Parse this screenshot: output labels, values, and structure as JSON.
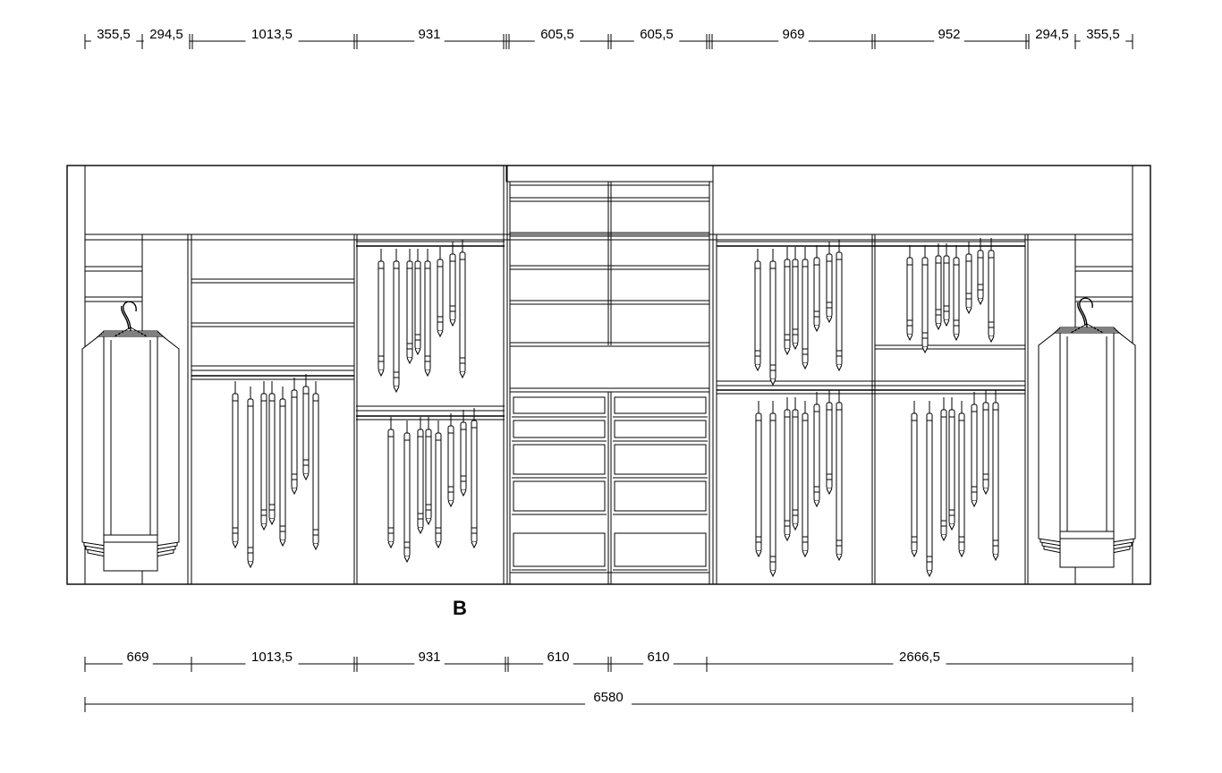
{
  "top_dimensions": [
    "355,5",
    "294,5",
    "1013,5",
    "931",
    "605,5",
    "605,5",
    "969",
    "952",
    "294,5",
    "355,5"
  ],
  "bottom_dimensions": [
    "669",
    "1013,5",
    "931",
    "610",
    "610",
    "2666,5"
  ],
  "total_dimension": "6580",
  "elevation_label": "B"
}
